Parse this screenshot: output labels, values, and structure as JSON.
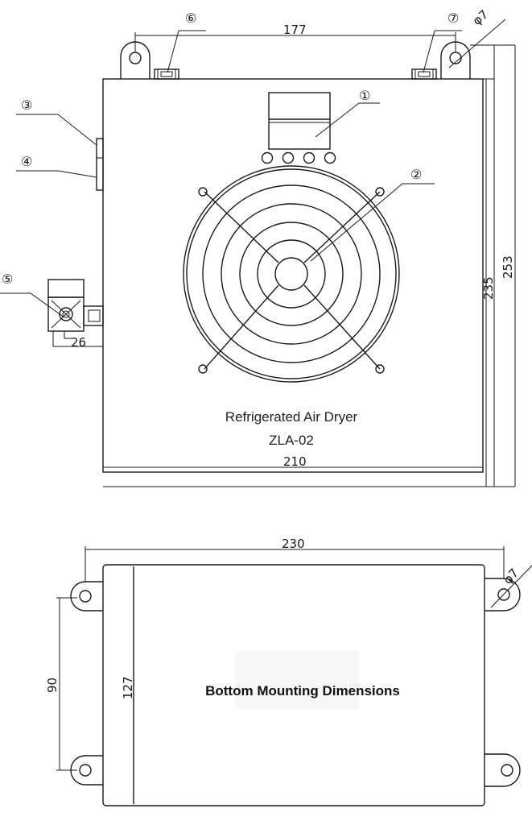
{
  "front_view": {
    "label_line1": "Refrigerated Air Dryer",
    "label_line2": "ZLA-02",
    "dims": {
      "top_hole_spacing": "177",
      "hole_diameter": "φ7",
      "height_body": "235",
      "height_total": "253",
      "width": "210",
      "fitting_offset": "26"
    },
    "callouts": [
      "①",
      "②",
      "③",
      "④",
      "⑤",
      "⑥",
      "⑦"
    ]
  },
  "bottom_view": {
    "title": "Bottom Mounting Dimensions",
    "dims": {
      "width": "230",
      "hole_diameter": "φ7",
      "hole_spacing": "90",
      "depth": "127"
    }
  }
}
